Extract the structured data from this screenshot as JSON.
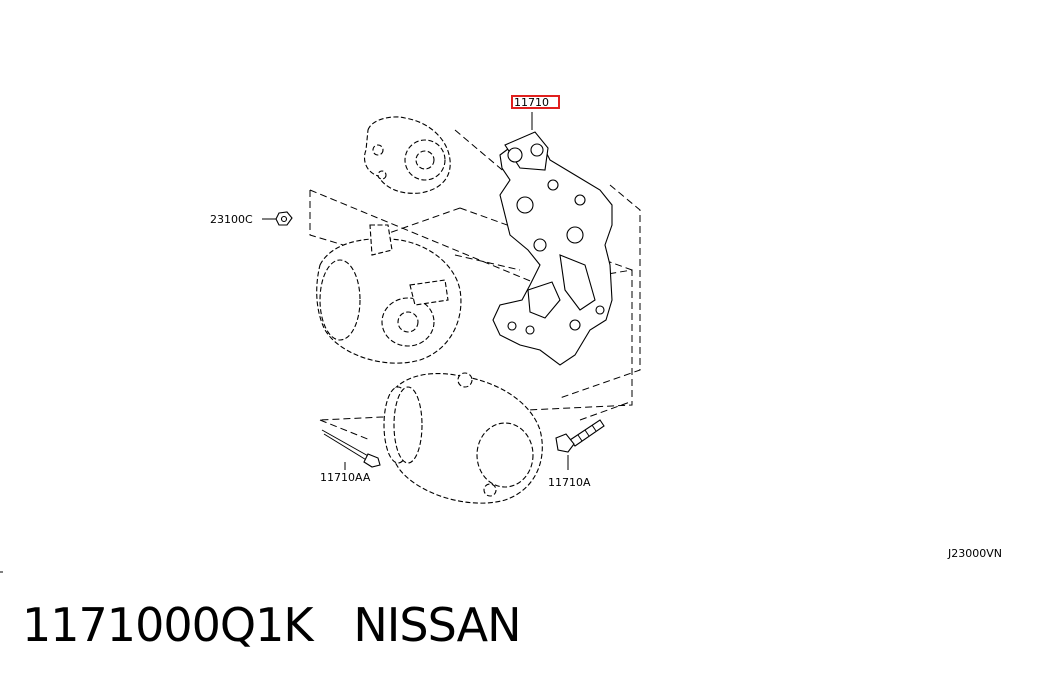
{
  "diagram": {
    "callouts": {
      "highlighted": "11710",
      "nut": "23100C",
      "long_bolt": "11710AA",
      "short_bolt": "11710A",
      "diagram_code": "J23000VN"
    },
    "highlight_color": "#e0201e"
  },
  "caption": {
    "part_number": "1171000Q1K",
    "brand": "NISSAN"
  }
}
